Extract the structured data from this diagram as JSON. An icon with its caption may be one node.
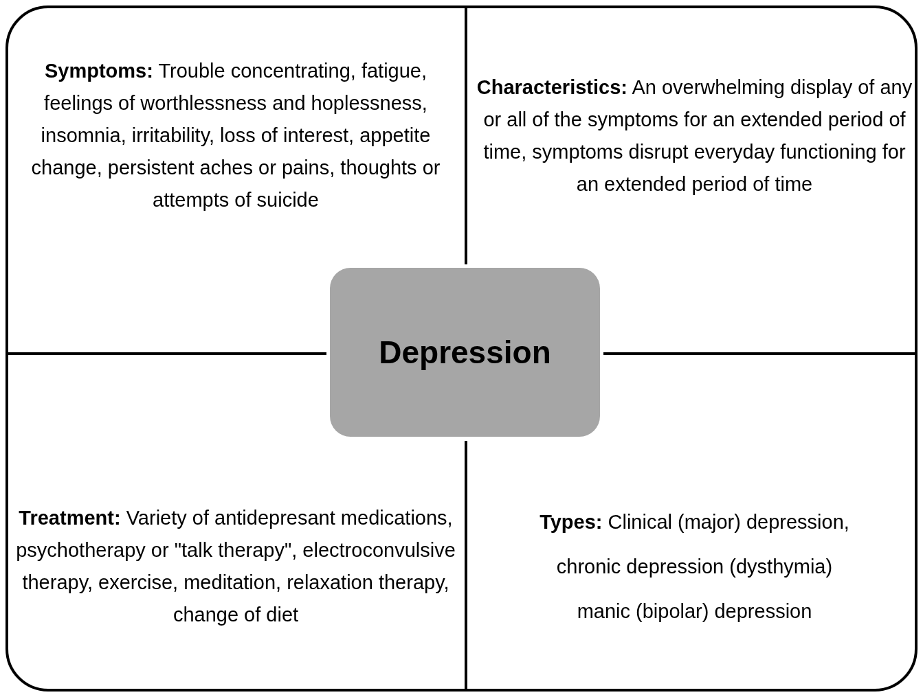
{
  "diagram": {
    "nodes": [
      {
        "text": [
          "**Symptoms:** Trouble concentrating, fatigue, feelings of worthlessness and hoplessness, insomnia, irritability, loss of interest, appetite change,  persistent aches or pains, thoughts or attempts of suicide"
        ]
      },
      {
        "text": [
          "**Characteristics:** An overwhelming display of any or all of the symptoms for an extended period of time, symptoms disrupt everyday functioning for an extended period of time"
        ]
      },
      {
        "text": [
          "Depression"
        ]
      },
      {
        "text": [
          "**Treatment:** Variety of antidepresant medications, psychotherapy or \"talk therapy\", electroconvulsive therapy, exercise, meditation, relaxation therapy, change of diet"
        ]
      },
      {
        "text": [
          "**Types:** Clinical (major) depression,",
          "chronic depression (dysthymia)",
          "manic (bipolar) depression"
        ]
      }
    ]
  }
}
